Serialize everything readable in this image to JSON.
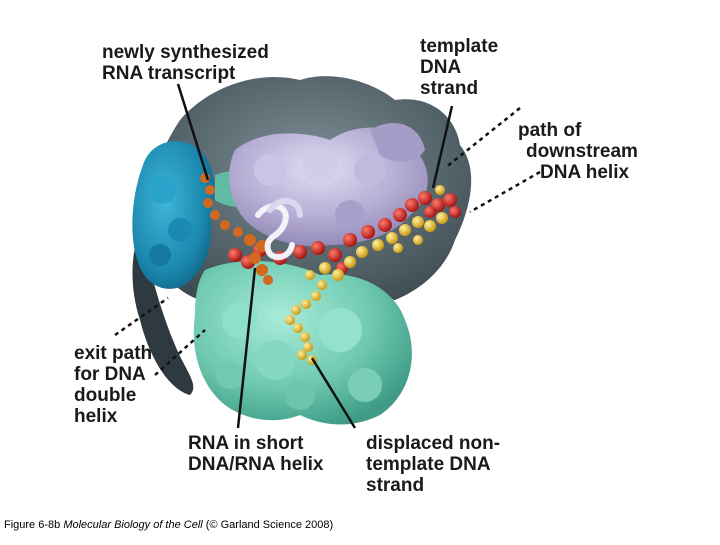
{
  "labels": {
    "rna_transcript": [
      "newly synthesized",
      "RNA transcript"
    ],
    "template_strand": [
      "template",
      "DNA",
      "strand"
    ],
    "downstream_path": [
      "path of",
      "downstream",
      "DNA helix"
    ],
    "exit_path": [
      "exit path",
      "for DNA",
      "double",
      "helix"
    ],
    "rna_dna_helix": [
      "RNA in short",
      "DNA/RNA helix"
    ],
    "nontemplate_strand": [
      "displaced non-",
      "template DNA",
      "strand"
    ]
  },
  "caption": {
    "figure": "Figure 6-8b",
    "book": "Molecular Biology of the Cell",
    "credit": "(© Garland Science 2008)"
  },
  "colors": {
    "protein_lavender": "#b9b1d6",
    "protein_teal": "#7fd3bd",
    "protein_blue": "#1f8fb8",
    "protein_dark": "#4f6068",
    "dna_red": "#d11f1f",
    "dna_yellow": "#f2c21a",
    "rna_orange": "#d2691e",
    "rna_white": "#f2f0f6"
  }
}
